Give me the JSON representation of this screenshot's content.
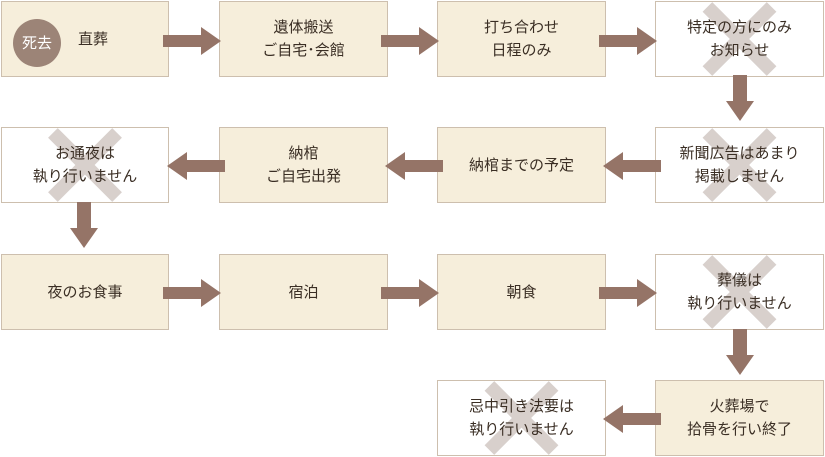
{
  "colors": {
    "box_fill": "#f6eedb",
    "box_border": "#cdbfae",
    "arrow": "#957467",
    "badge": "#9c8477",
    "cross_mark": "#d8d0cc",
    "text": "#3a2e24"
  },
  "badge": {
    "label": "死去"
  },
  "steps": {
    "s1": "直葬",
    "s2": "遺体搬送\nご自宅･会館",
    "s3": "打ち合わせ\n日程のみ",
    "s4": "特定の方にのみ\nお知らせ",
    "s5": "新聞広告はあまり\n掲載しません",
    "s6": "納棺までの予定",
    "s7": "納棺\nご自宅出発",
    "s8": "お通夜は\n執り行いません",
    "s9": "夜のお食事",
    "s10": "宿泊",
    "s11": "朝食",
    "s12": "葬儀は\n執り行いません",
    "s13": "火葬場で\n拾骨を行い終了",
    "s14": "忌中引き法要は\n執り行いません"
  }
}
